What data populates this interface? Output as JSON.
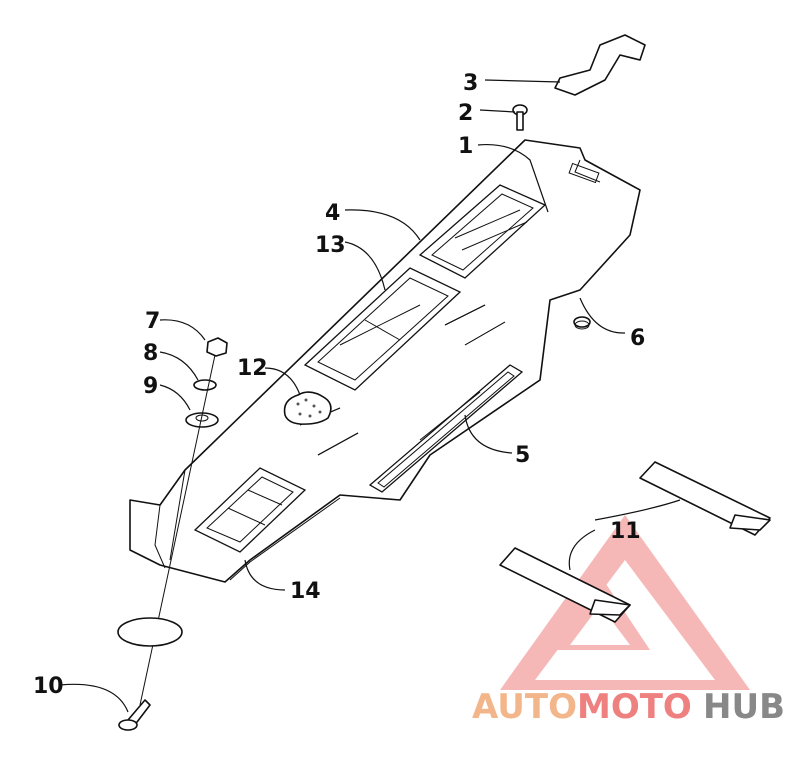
{
  "callouts": {
    "c1": "1",
    "c2": "2",
    "c3": "3",
    "c4": "4",
    "c5": "5",
    "c6": "6",
    "c7": "7",
    "c8": "8",
    "c9": "9",
    "c10": "10",
    "c11": "11",
    "c12": "12",
    "c13": "13",
    "c14": "14"
  },
  "watermark": {
    "part1": "AUTO",
    "part2": "MOTO",
    "part3": "HUB",
    "colors": {
      "auto": "#f3b58a",
      "moto": "#ee8080",
      "hub": "#888888",
      "triangle": "#f08080"
    }
  }
}
